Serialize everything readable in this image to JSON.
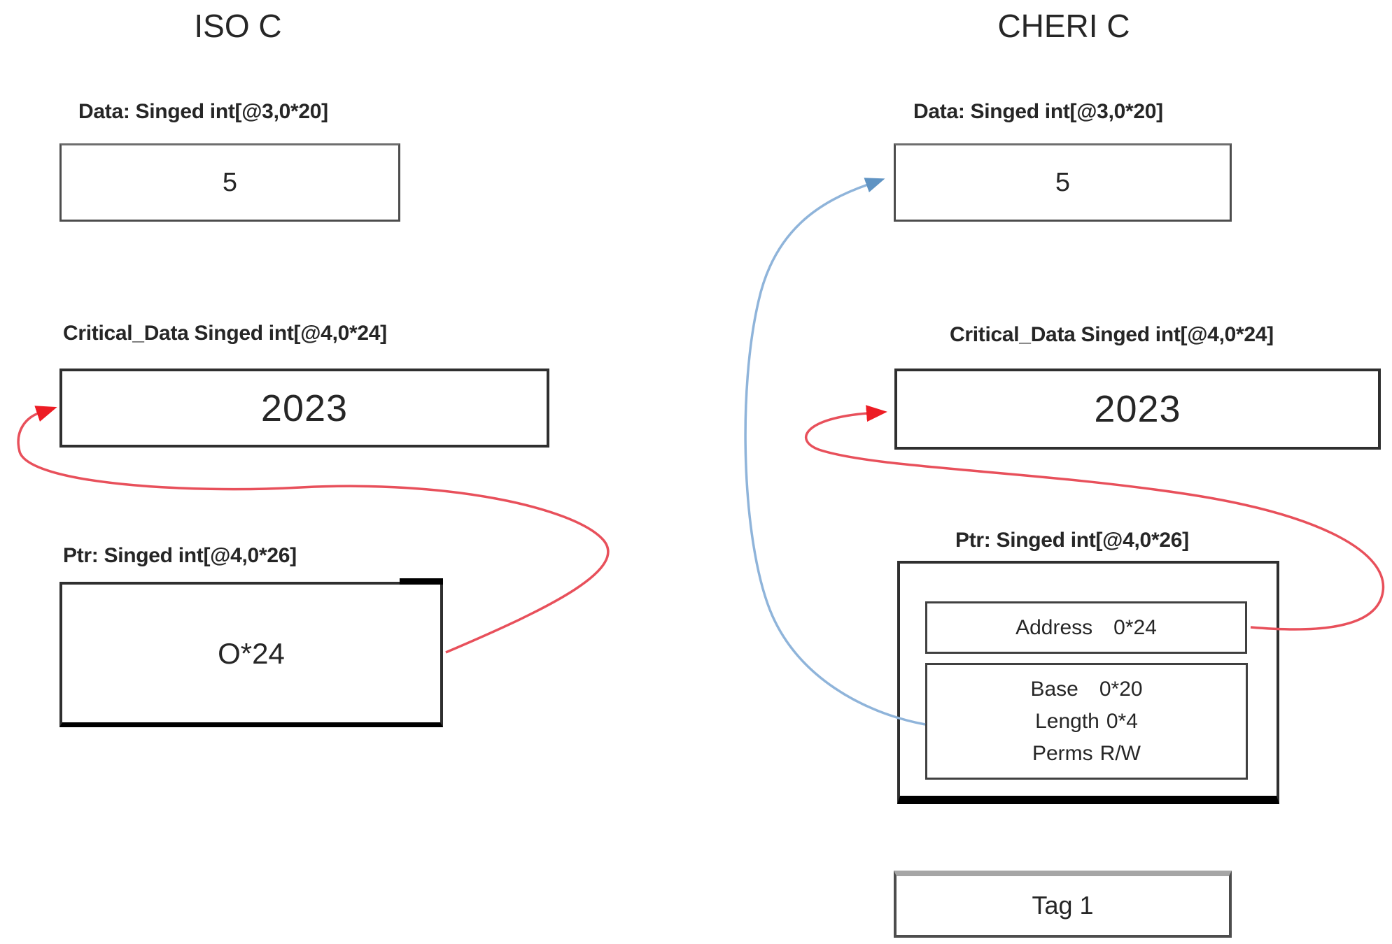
{
  "iso": {
    "title": "ISO C",
    "data": {
      "label": "Data: Singed int[@3,0*20]",
      "value": "5"
    },
    "critical": {
      "label": "Critical_Data Singed int[@4,0*24]",
      "value": "2023"
    },
    "ptr": {
      "label": "Ptr: Singed int[@4,0*26]",
      "value": "O*24"
    }
  },
  "cheri": {
    "title": "CHERI C",
    "data": {
      "label": "Data: Singed int[@3,0*20]",
      "value": "5"
    },
    "critical": {
      "label": "Critical_Data Singed int[@4,0*24]",
      "value": "2023"
    },
    "ptr": {
      "label": "Ptr: Singed int[@4,0*26]"
    },
    "capability": {
      "address": {
        "label": "Address",
        "value": "0*24"
      },
      "base": {
        "label": "Base",
        "value": "0*20"
      },
      "length": {
        "label": "Length",
        "value": "0*4"
      },
      "perms": {
        "label": "Perms",
        "value": "R/W"
      }
    },
    "tag": {
      "value": "Tag 1"
    }
  },
  "colors": {
    "arrow_red_stroke": "#e8505b",
    "arrow_red_head": "#ed1c24",
    "arrow_blue_stroke": "#8fb4da",
    "arrow_blue_head": "#5f93c3"
  }
}
